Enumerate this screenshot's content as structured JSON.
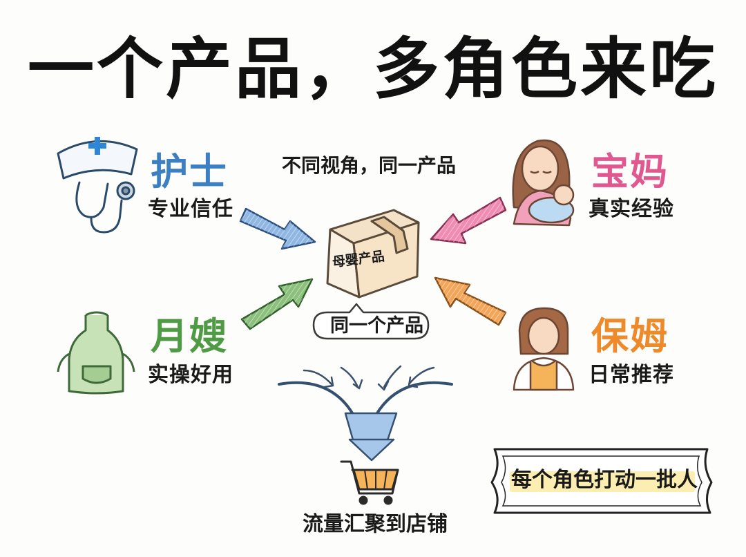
{
  "title": "一个产品，多角色来吃",
  "subtitle": "不同视角，同一产品",
  "center": {
    "box_label": "母婴产品",
    "bubble": "同一个产品"
  },
  "roles": [
    {
      "name": "护士",
      "desc": "专业信任",
      "color": "#3c7fc2",
      "icon": "nurse-cap-stethoscope-icon"
    },
    {
      "name": "宝妈",
      "desc": "真实经验",
      "color": "#e0588f",
      "icon": "mother-with-baby-icon"
    },
    {
      "name": "月嫂",
      "desc": "实操好用",
      "color": "#4f9a45",
      "icon": "apron-icon"
    },
    {
      "name": "保姆",
      "desc": "日常推荐",
      "color": "#ee8a2a",
      "icon": "nanny-icon"
    }
  ],
  "flow": {
    "label": "流量汇聚到店铺",
    "icon": "shopping-cart-icon"
  },
  "banner": {
    "text": "每个角色打动一批人",
    "highlight": "#fbeeb0"
  }
}
